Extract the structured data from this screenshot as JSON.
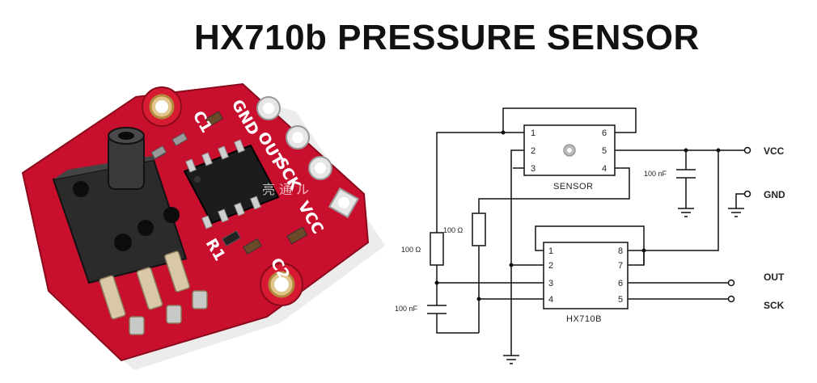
{
  "title": "HX710b PRESSURE SENSOR",
  "board": {
    "silk": [
      "C1",
      "GND",
      "OUT",
      "SCK",
      "VCC",
      "R1",
      "C2"
    ],
    "watermark": "亮 通 ル"
  },
  "schematic": {
    "sensor": {
      "name": "SENSOR",
      "pins": [
        "1",
        "2",
        "3",
        "6",
        "5",
        "4"
      ]
    },
    "adc": {
      "name": "HX710B",
      "pins": [
        "1",
        "2",
        "3",
        "4",
        "8",
        "7",
        "6",
        "5"
      ]
    },
    "components": {
      "cap_top": "100 nF",
      "res_mid": "100 Ω",
      "res_left": "100 Ω",
      "cap_bottom": "100 nF"
    },
    "terminals": [
      "VCC",
      "GND",
      "OUT",
      "SCK"
    ]
  }
}
